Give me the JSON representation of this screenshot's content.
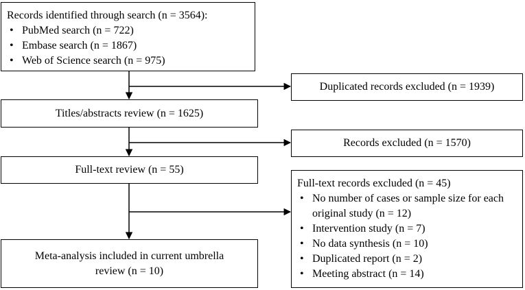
{
  "flowchart": {
    "identification": {
      "title": "Records identified through search (n = 3564):",
      "items": [
        "PubMed search (n = 722)",
        "Embase search (n = 1867)",
        "Web of Science search (n = 975)"
      ]
    },
    "duplicates_excluded": "Duplicated records excluded (n = 1939)",
    "screening": "Titles/abstracts review (n = 1625)",
    "records_excluded": "Records excluded (n = 1570)",
    "full_text_review": "Full-text review (n = 55)",
    "full_text_excluded": {
      "title": "Full-text records excluded (n = 45)",
      "items": [
        "No number of cases or sample size for each original study (n = 12)",
        "Intervention study (n = 7)",
        "No data synthesis (n = 10)",
        "Duplicated report (n = 2)",
        "Meeting abstract (n = 14)"
      ]
    },
    "included": "Meta-analysis included in current umbrella review (n = 10)"
  }
}
